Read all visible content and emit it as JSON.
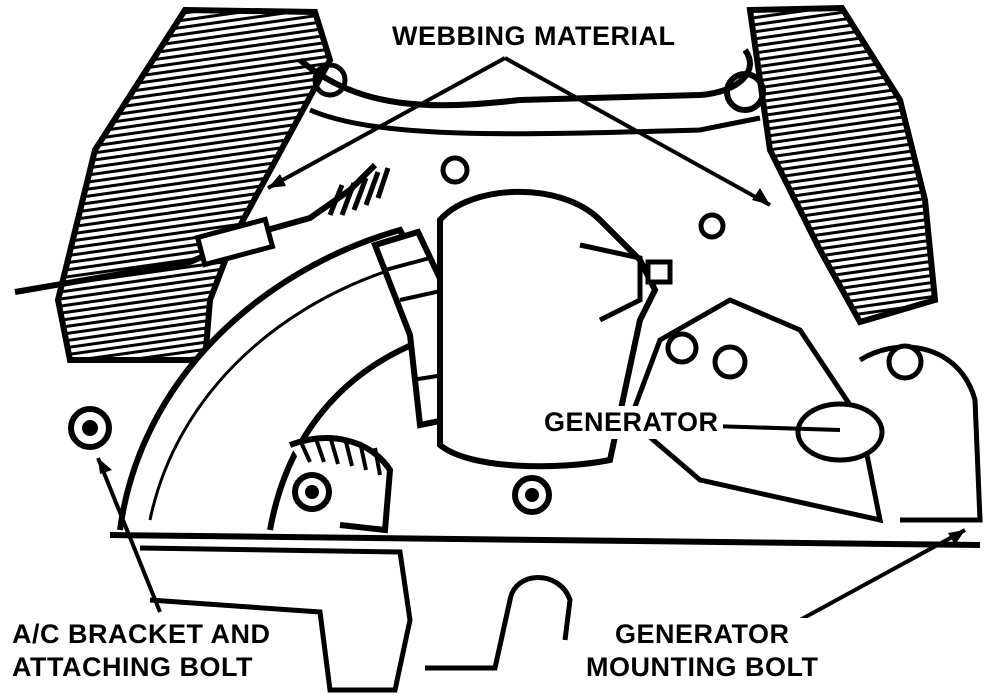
{
  "diagram": {
    "background": "#ffffff",
    "ink": "#000000",
    "labels": {
      "webbing_material": "WEBBING MATERIAL",
      "generator": "GENERATOR",
      "ac_bracket_line1": "A/C BRACKET AND",
      "ac_bracket_line2": "ATTACHING BOLT",
      "generator_mount_line1": "GENERATOR",
      "generator_mount_line2": "MOUNTING BOLT"
    }
  }
}
